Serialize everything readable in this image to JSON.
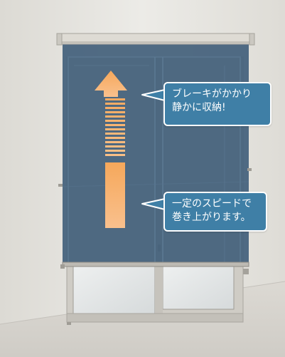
{
  "callouts": {
    "brake": {
      "line1": "ブレーキがかかり",
      "line2": "静かに収納!"
    },
    "speed": {
      "line1": "一定のスピードで",
      "line2": "巻き上がります。"
    }
  },
  "colors": {
    "wall": "#e6e4df",
    "floor": "#d7d4ce",
    "screen": "#47647e",
    "frame": "#c9c6bf",
    "arrow": "#f3a35a",
    "callout": "#3f7fa6"
  },
  "icons": {
    "arrow": "up-arrow-icon"
  }
}
